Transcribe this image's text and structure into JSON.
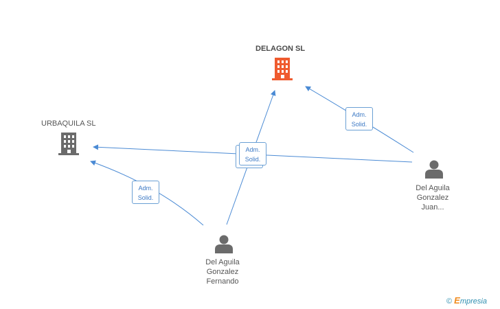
{
  "nodes": {
    "delagon": {
      "label": "DELAGON SL",
      "color": "#ef5b2f"
    },
    "urbaquila": {
      "label": "URBAQUILA SL",
      "color": "#6b6b6b"
    },
    "juan": {
      "name_lines": [
        "Del Aguila",
        "Gonzalez",
        "Juan..."
      ]
    },
    "fernando": {
      "name_lines": [
        "Del Aguila",
        "Gonzalez",
        "Fernando"
      ]
    }
  },
  "edge_label": {
    "line1": "Adm.",
    "line2": "Solid."
  },
  "edge_color": "#4a8ad4",
  "person_icon_color": "#6b6b6b",
  "brand": {
    "copyright": "©",
    "e": "E",
    "rest": "mpresia"
  }
}
